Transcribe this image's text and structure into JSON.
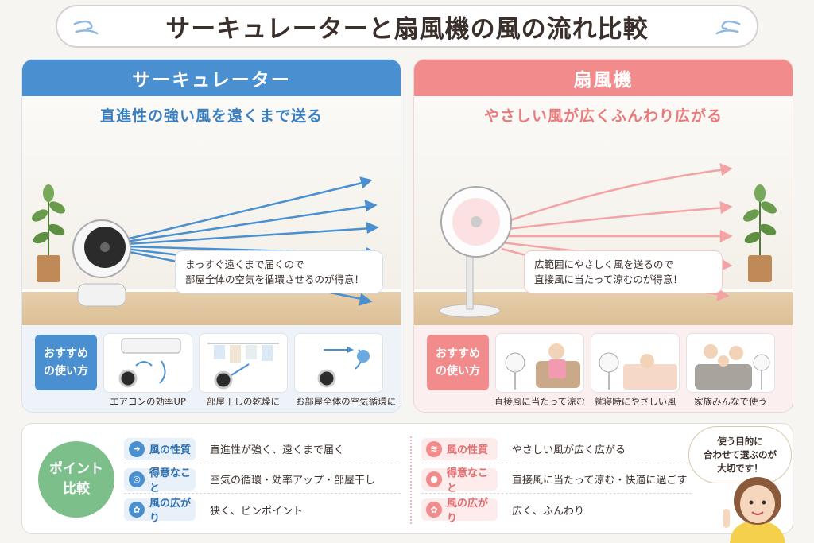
{
  "title": "サーキュレーターと扇風機の風の流れ比較",
  "circulator": {
    "heading": "サーキュレーター",
    "subtitle": "直進性の強い風を遠くまで送る",
    "bubble_line1": "まっすぐ遠くまで届くので",
    "bubble_line2": "部屋全体の空気を循環させるのが得意！",
    "rec_label_line1": "おすすめ",
    "rec_label_line2": "の使い方",
    "uses": [
      "エアコンの効率UP",
      "部屋干しの乾燥に",
      "お部屋全体の空気循環に"
    ]
  },
  "fan": {
    "heading": "扇風機",
    "subtitle": "やさしい風が広くふんわり広がる",
    "bubble_line1": "広範囲にやさしく風を送るので",
    "bubble_line2": "直接風に当たって涼むのが得意！",
    "rec_label_line1": "おすすめ",
    "rec_label_line2": "の使い方",
    "uses": [
      "直接風に当たって涼む",
      "就寝時にやさしい風",
      "家族みんなで使う"
    ]
  },
  "points": {
    "label_line1": "ポイント",
    "label_line2": "比較",
    "circulator_rows": [
      {
        "key": "風の性質",
        "value": "直進性が強く、遠くまで届く",
        "icon": "arrow-icon"
      },
      {
        "key": "得意なこと",
        "value": "空気の循環・効率アップ・部屋干し",
        "icon": "target-icon"
      },
      {
        "key": "風の広がり",
        "value": "狭く、ピンポイント",
        "icon": "fan-icon"
      }
    ],
    "fan_rows": [
      {
        "key": "風の性質",
        "value": "やさしい風が広く広がる",
        "icon": "wave-icon"
      },
      {
        "key": "得意なこと",
        "value": "直接風に当たって涼む・快適に過ごす",
        "icon": "person-icon"
      },
      {
        "key": "風の広がり",
        "value": "広く、ふんわり",
        "icon": "fan-icon"
      }
    ]
  },
  "advice": {
    "line1": "使う目的に",
    "line2": "合わせて選ぶのが",
    "line3": "大切です！"
  },
  "colors": {
    "blue": "#4a90d0",
    "pink": "#f28b8c",
    "green": "#7dbf8a"
  }
}
